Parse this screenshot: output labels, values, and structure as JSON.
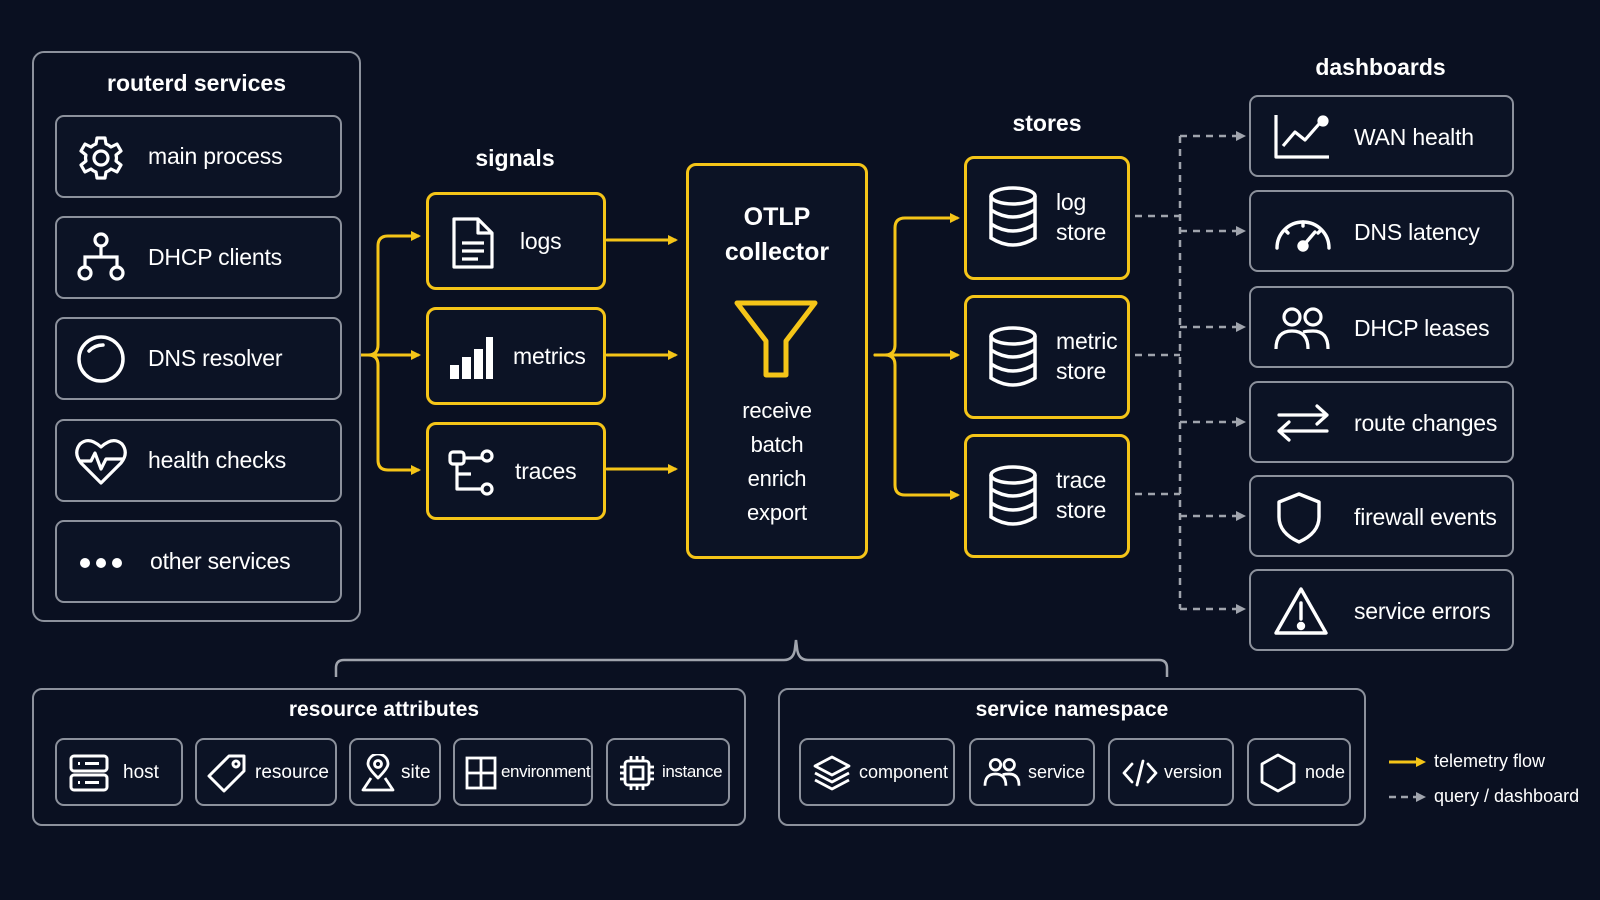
{
  "services": {
    "title": "routerd services",
    "items": [
      {
        "label": "main process",
        "icon": "gear-icon"
      },
      {
        "label": "DHCP clients",
        "icon": "network-tree-icon"
      },
      {
        "label": "DNS resolver",
        "icon": "circle-icon"
      },
      {
        "label": "health checks",
        "icon": "heartbeat-icon"
      },
      {
        "label": "other services",
        "icon": "ellipsis-icon"
      }
    ]
  },
  "signals": {
    "title": "signals",
    "items": [
      {
        "label": "logs",
        "icon": "document-icon"
      },
      {
        "label": "metrics",
        "icon": "bar-chart-icon"
      },
      {
        "label": "traces",
        "icon": "trace-icon"
      }
    ]
  },
  "collector": {
    "title_line1": "OTLP",
    "title_line2": "collector",
    "icon": "funnel-icon",
    "steps": [
      "receive",
      "batch",
      "enrich",
      "export"
    ]
  },
  "stores": {
    "title": "stores",
    "items": [
      {
        "line1": "log",
        "line2": "store",
        "icon": "database-icon"
      },
      {
        "line1": "metric",
        "line2": "store",
        "icon": "database-icon"
      },
      {
        "line1": "trace",
        "line2": "store",
        "icon": "database-icon"
      }
    ]
  },
  "dashboards": {
    "title": "dashboards",
    "items": [
      {
        "label": "WAN health",
        "icon": "line-chart-icon"
      },
      {
        "label": "DNS latency",
        "icon": "gauge-icon"
      },
      {
        "label": "DHCP leases",
        "icon": "users-icon"
      },
      {
        "label": "route changes",
        "icon": "swap-arrows-icon"
      },
      {
        "label": "firewall events",
        "icon": "shield-icon"
      },
      {
        "label": "service errors",
        "icon": "warning-icon"
      }
    ]
  },
  "resource_attributes": {
    "title": "resource attributes",
    "items": [
      {
        "label": "host",
        "icon": "server-icon"
      },
      {
        "label": "resource",
        "icon": "tag-icon"
      },
      {
        "label": "site",
        "icon": "map-pin-icon"
      },
      {
        "label": "environment",
        "icon": "grid-icon"
      },
      {
        "label": "instance",
        "icon": "chip-icon"
      }
    ]
  },
  "service_namespace": {
    "title": "service namespace",
    "items": [
      {
        "label": "component",
        "icon": "layers-icon"
      },
      {
        "label": "service",
        "icon": "users-icon"
      },
      {
        "label": "version",
        "icon": "code-icon"
      },
      {
        "label": "node",
        "icon": "hexagon-icon"
      }
    ]
  },
  "legend": {
    "telemetry_flow": "telemetry flow",
    "query_dashboard": "query / dashboard"
  },
  "colors": {
    "accent": "#f5c518",
    "border": "#8c919c",
    "background": "#0a1021",
    "dashed": "#a0a4ad"
  }
}
